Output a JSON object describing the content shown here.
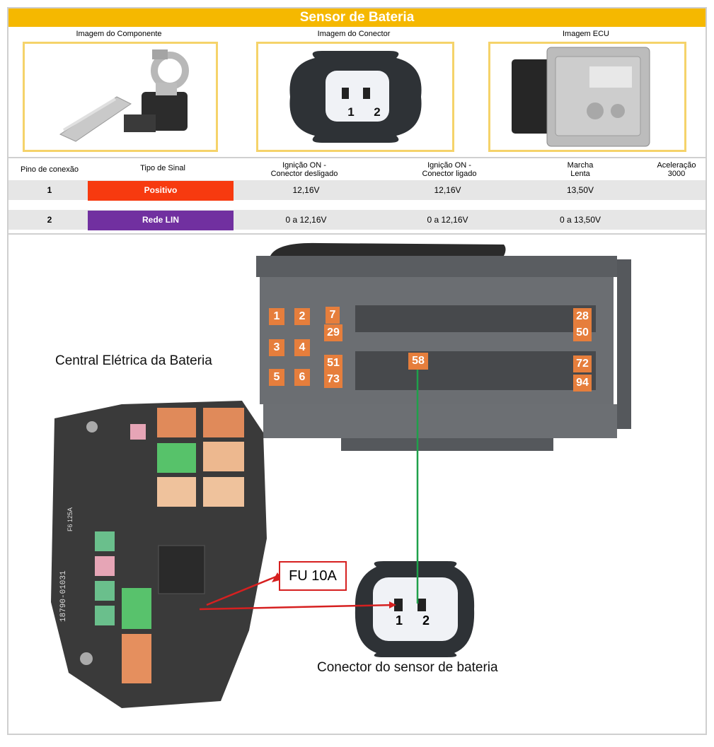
{
  "title": "Sensor de Bateria",
  "images": {
    "component_label": "Imagem do Componente",
    "connector_label": "Imagem do Conector",
    "ecu_label": "Imagem ECU",
    "connector_pins": [
      "1",
      "2"
    ]
  },
  "table": {
    "headers": {
      "pin": "Pino de conexão",
      "signal": "Tipo de Sinal",
      "ign_off_line1": "Ignição ON -",
      "ign_off_line2": "Conector desligado",
      "ign_on_line1": "Ignição ON -",
      "ign_on_line2": "Conector ligado",
      "idle_line1": "Marcha",
      "idle_line2": "Lenta",
      "accel_line1": "Aceleração",
      "accel_line2": "3000"
    },
    "rows": [
      {
        "pin": "1",
        "signal": "Positivo",
        "signal_color": "#f73a0f",
        "ign_off": "12,16V",
        "ign_on": "12,16V",
        "idle": "13,50V",
        "accel": ""
      },
      {
        "pin": "2",
        "signal": "Rede LIN",
        "signal_color": "#7130a0",
        "ign_off": "0 a 12,16V",
        "ign_on": "0 a 12,16V",
        "idle": "0 a 13,50V",
        "accel": ""
      }
    ]
  },
  "diagram": {
    "fusebox_label": "Central Elétrica da Bateria",
    "fuse_label": "FU 10A",
    "connector_label": "Conector do sensor de bateria",
    "ecu_pins": [
      "1",
      "2",
      "3",
      "4",
      "5",
      "6",
      "7",
      "29",
      "51",
      "73",
      "28",
      "50",
      "72",
      "94",
      "58"
    ],
    "connector_pins": [
      "1",
      "2"
    ],
    "fusebox_part_number": "18790-01031",
    "fuse_rating_text": "F6 125A"
  }
}
